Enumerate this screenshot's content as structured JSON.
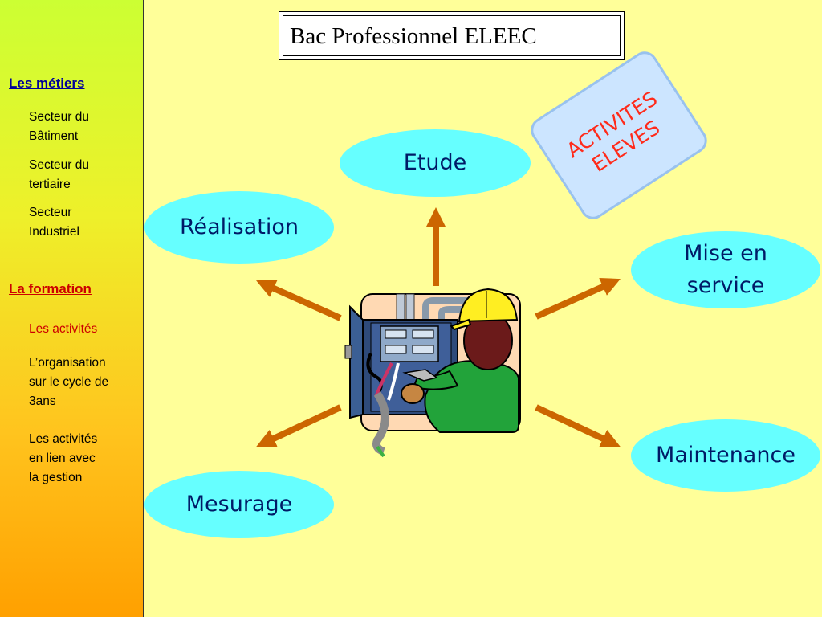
{
  "sidebar": {
    "metiers_heading": "Les métiers",
    "metiers_items": [
      {
        "line1": "Secteur du",
        "line2": "Bâtiment"
      },
      {
        "line1": "Secteur du",
        "line2": "tertiaire"
      },
      {
        "line1": "Secteur",
        "line2": "Industriel"
      }
    ],
    "formation_heading": "La formation",
    "formation_items": [
      {
        "lines": [
          "Les activités"
        ]
      },
      {
        "lines": [
          "L’organisation",
          "sur le cycle de",
          "3ans"
        ]
      },
      {
        "lines": [
          "Les activités",
          "en lien avec",
          "la gestion"
        ]
      }
    ],
    "colors": {
      "heading_metiers": "#000099",
      "heading_formation": "#cc0000",
      "active_item": "#cc0000",
      "item": "#000000"
    }
  },
  "title": "Bac Professionnel ELEEC",
  "diagram": {
    "center_image": "electrician-working-on-panel",
    "nodes": {
      "etude": "Etude",
      "realisation": "Réalisation",
      "mise_en_service_1": "Mise en",
      "mise_en_service_2": "service",
      "mesurage": "Mesurage",
      "maintenance": "Maintenance"
    },
    "badge": {
      "line1": "ACTIVITES",
      "line2": "ELEVES"
    },
    "colors": {
      "ellipse": "#66ffff",
      "ellipse_text": "#001a66",
      "arrow": "#cc6600",
      "badge_bg": "#cce5ff",
      "badge_text": "#ff2a1a"
    }
  }
}
